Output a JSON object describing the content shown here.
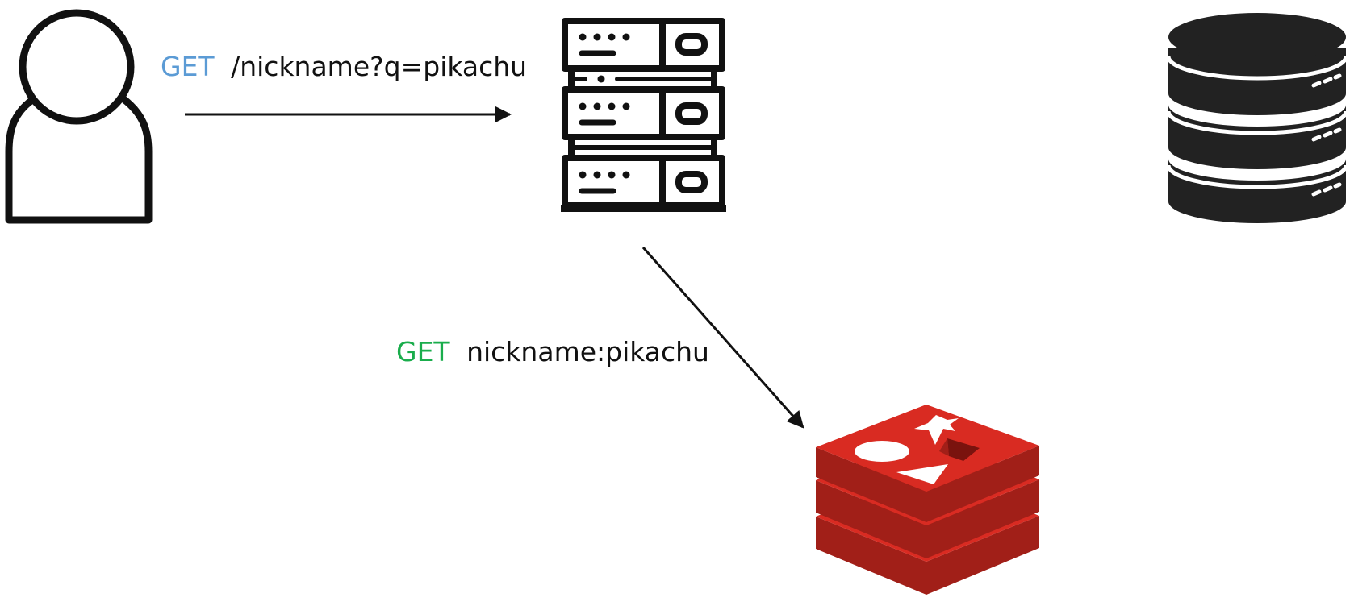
{
  "labels": {
    "http_request": {
      "method": "GET",
      "path": "/nickname?q=pikachu"
    },
    "cache_request": {
      "method": "GET",
      "key": "nickname:pikachu"
    }
  },
  "icons": {
    "client": "user-icon",
    "server": "server-rack-icon",
    "database": "database-icon",
    "cache": "redis-icon"
  },
  "colors": {
    "http_method": "#5b9bd5",
    "redis_method": "#1aad4c",
    "text": "#111111",
    "line": "#111111",
    "database_fill": "#222222",
    "redis_red": "#d92b22",
    "redis_dark": "#a11f18",
    "redis_darker": "#7a130e"
  }
}
